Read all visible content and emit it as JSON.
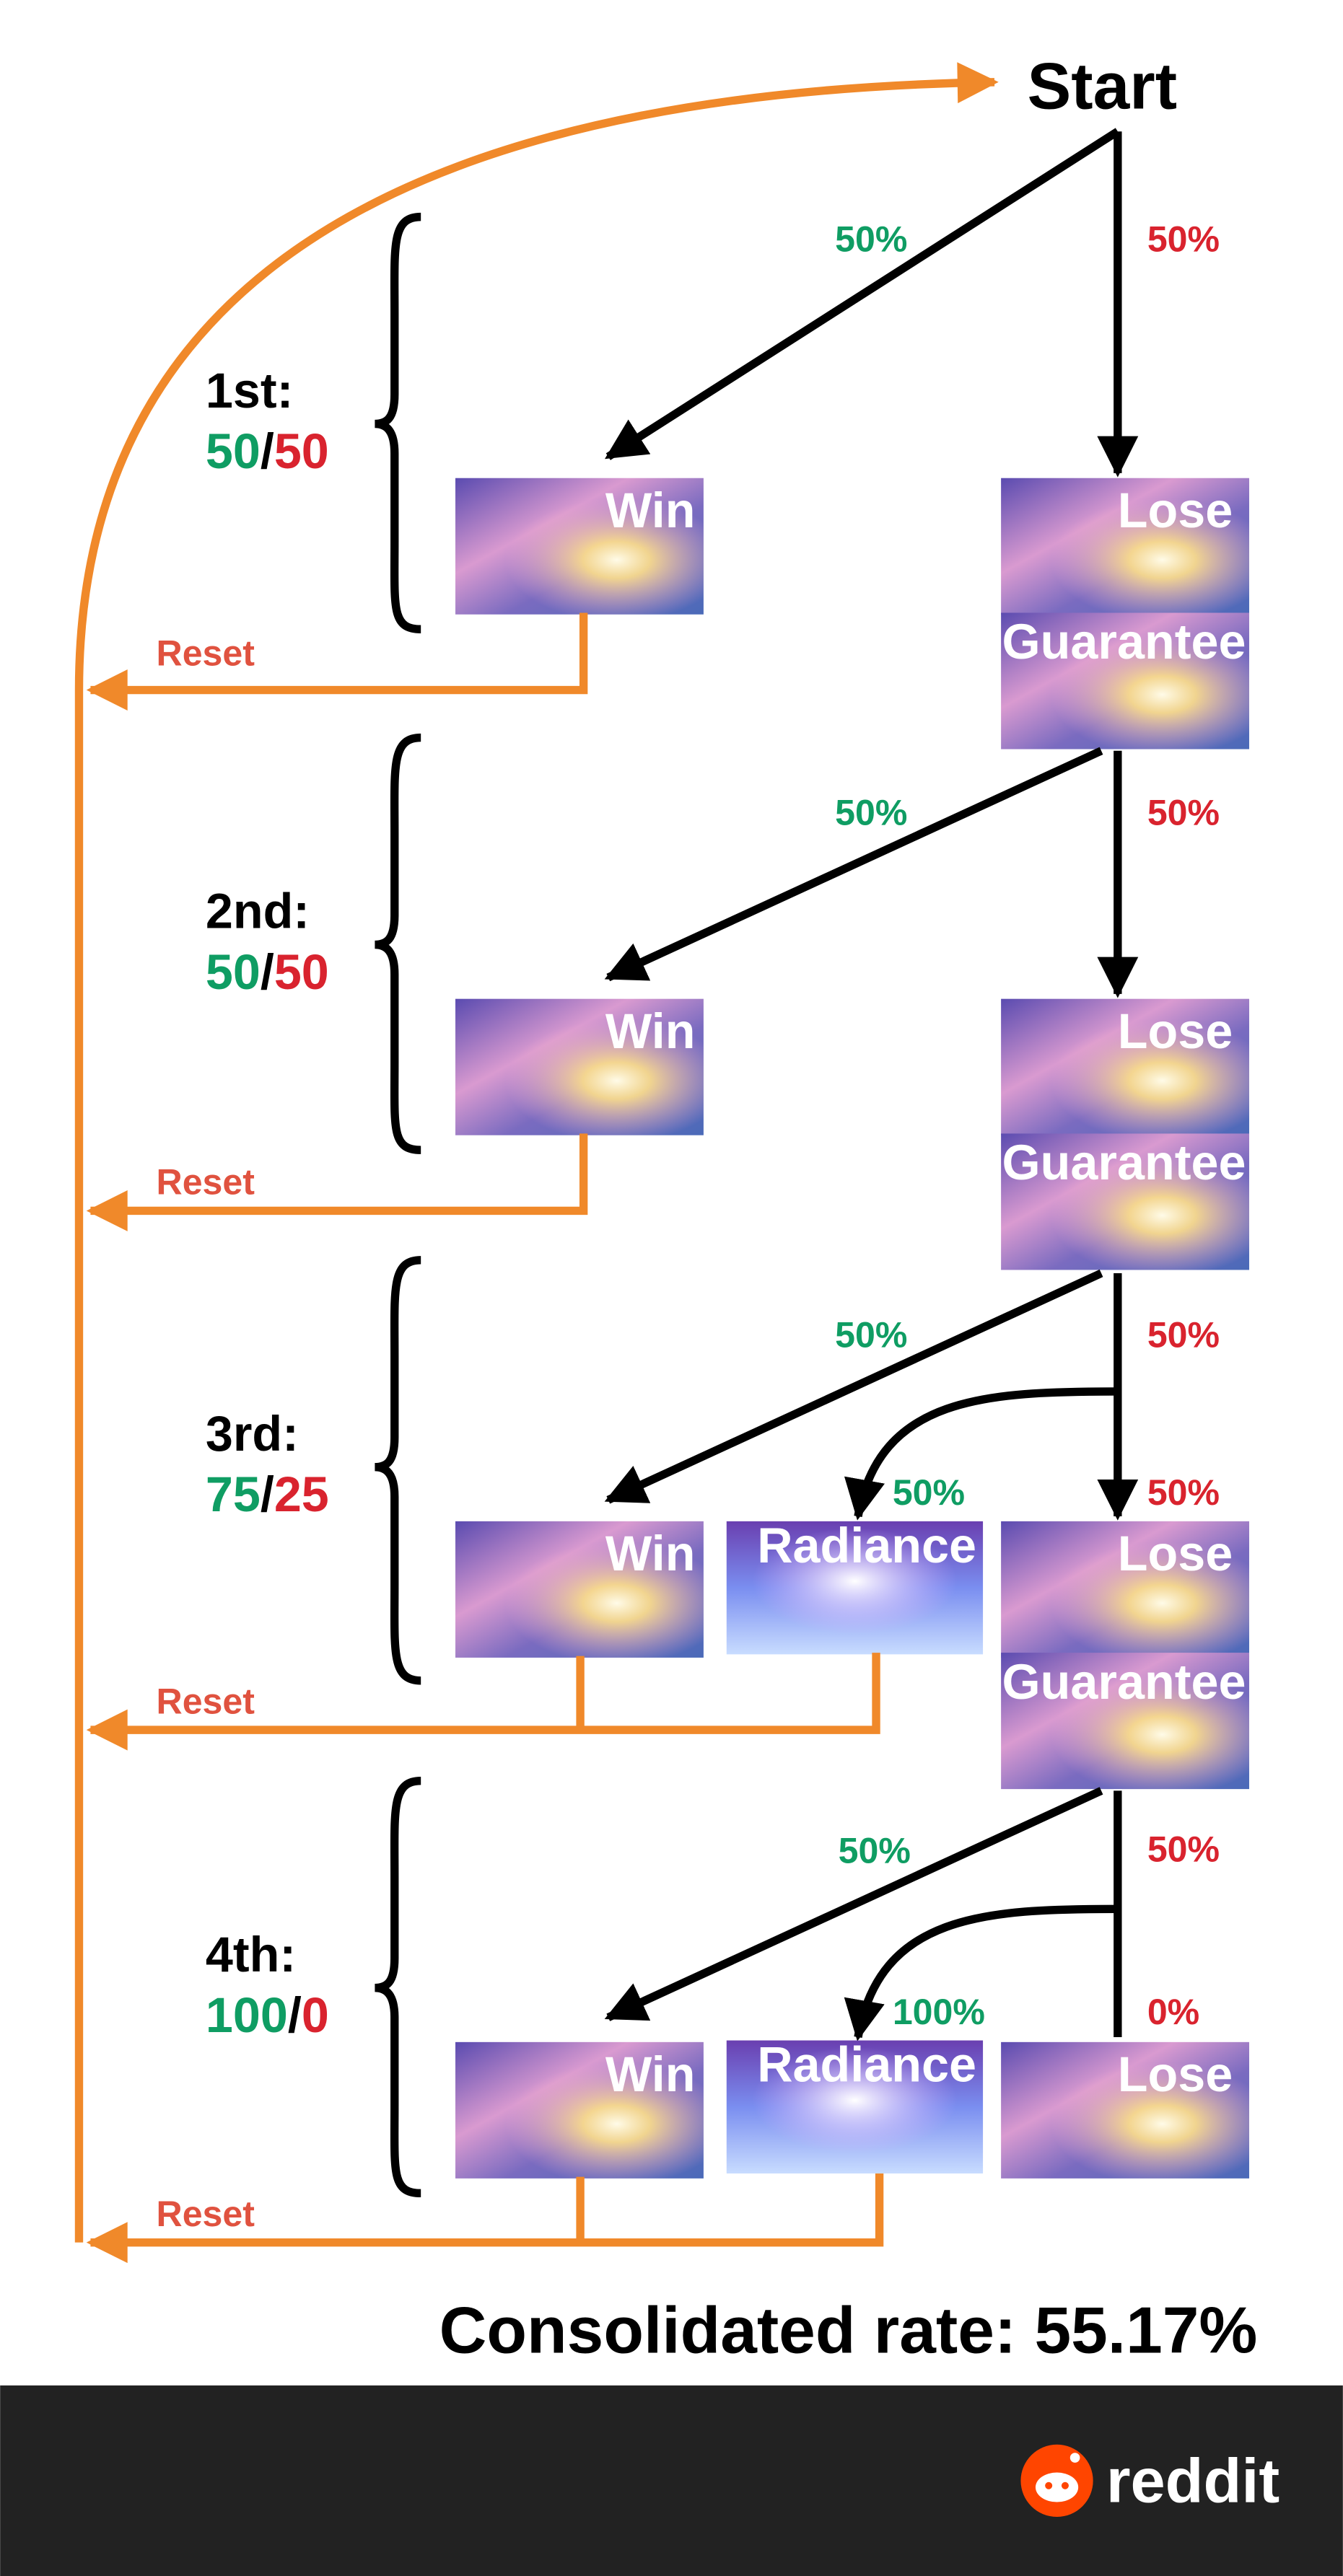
{
  "start_label": "Start",
  "reset_label": "Reset",
  "tiles": {
    "win": "Win",
    "lose": "Lose",
    "guarantee": "Guarantee",
    "radiance": "Radiance"
  },
  "levels": [
    {
      "name": "1st:",
      "win": "50",
      "lose": "50",
      "p_win": "50%",
      "p_lose": "50%"
    },
    {
      "name": "2nd:",
      "win": "50",
      "lose": "50",
      "p_win": "50%",
      "p_lose": "50%"
    },
    {
      "name": "3rd:",
      "win": "75",
      "lose": "25",
      "p_win": "50%",
      "p_lose": "50%",
      "p_radiance": "50%",
      "p_lose_final": "50%"
    },
    {
      "name": "4th:",
      "win": "100",
      "lose": "0",
      "p_win": "50%",
      "p_lose": "50%",
      "p_radiance": "100%",
      "p_lose_final": "0%"
    }
  ],
  "separator": "/",
  "consolidated": "Consolidated rate: 55.17%",
  "footer": {
    "brand": "reddit"
  },
  "colors": {
    "win": "#0f9d63",
    "lose": "#d9232e",
    "reset": "#f0892a",
    "footer": "#222222"
  }
}
